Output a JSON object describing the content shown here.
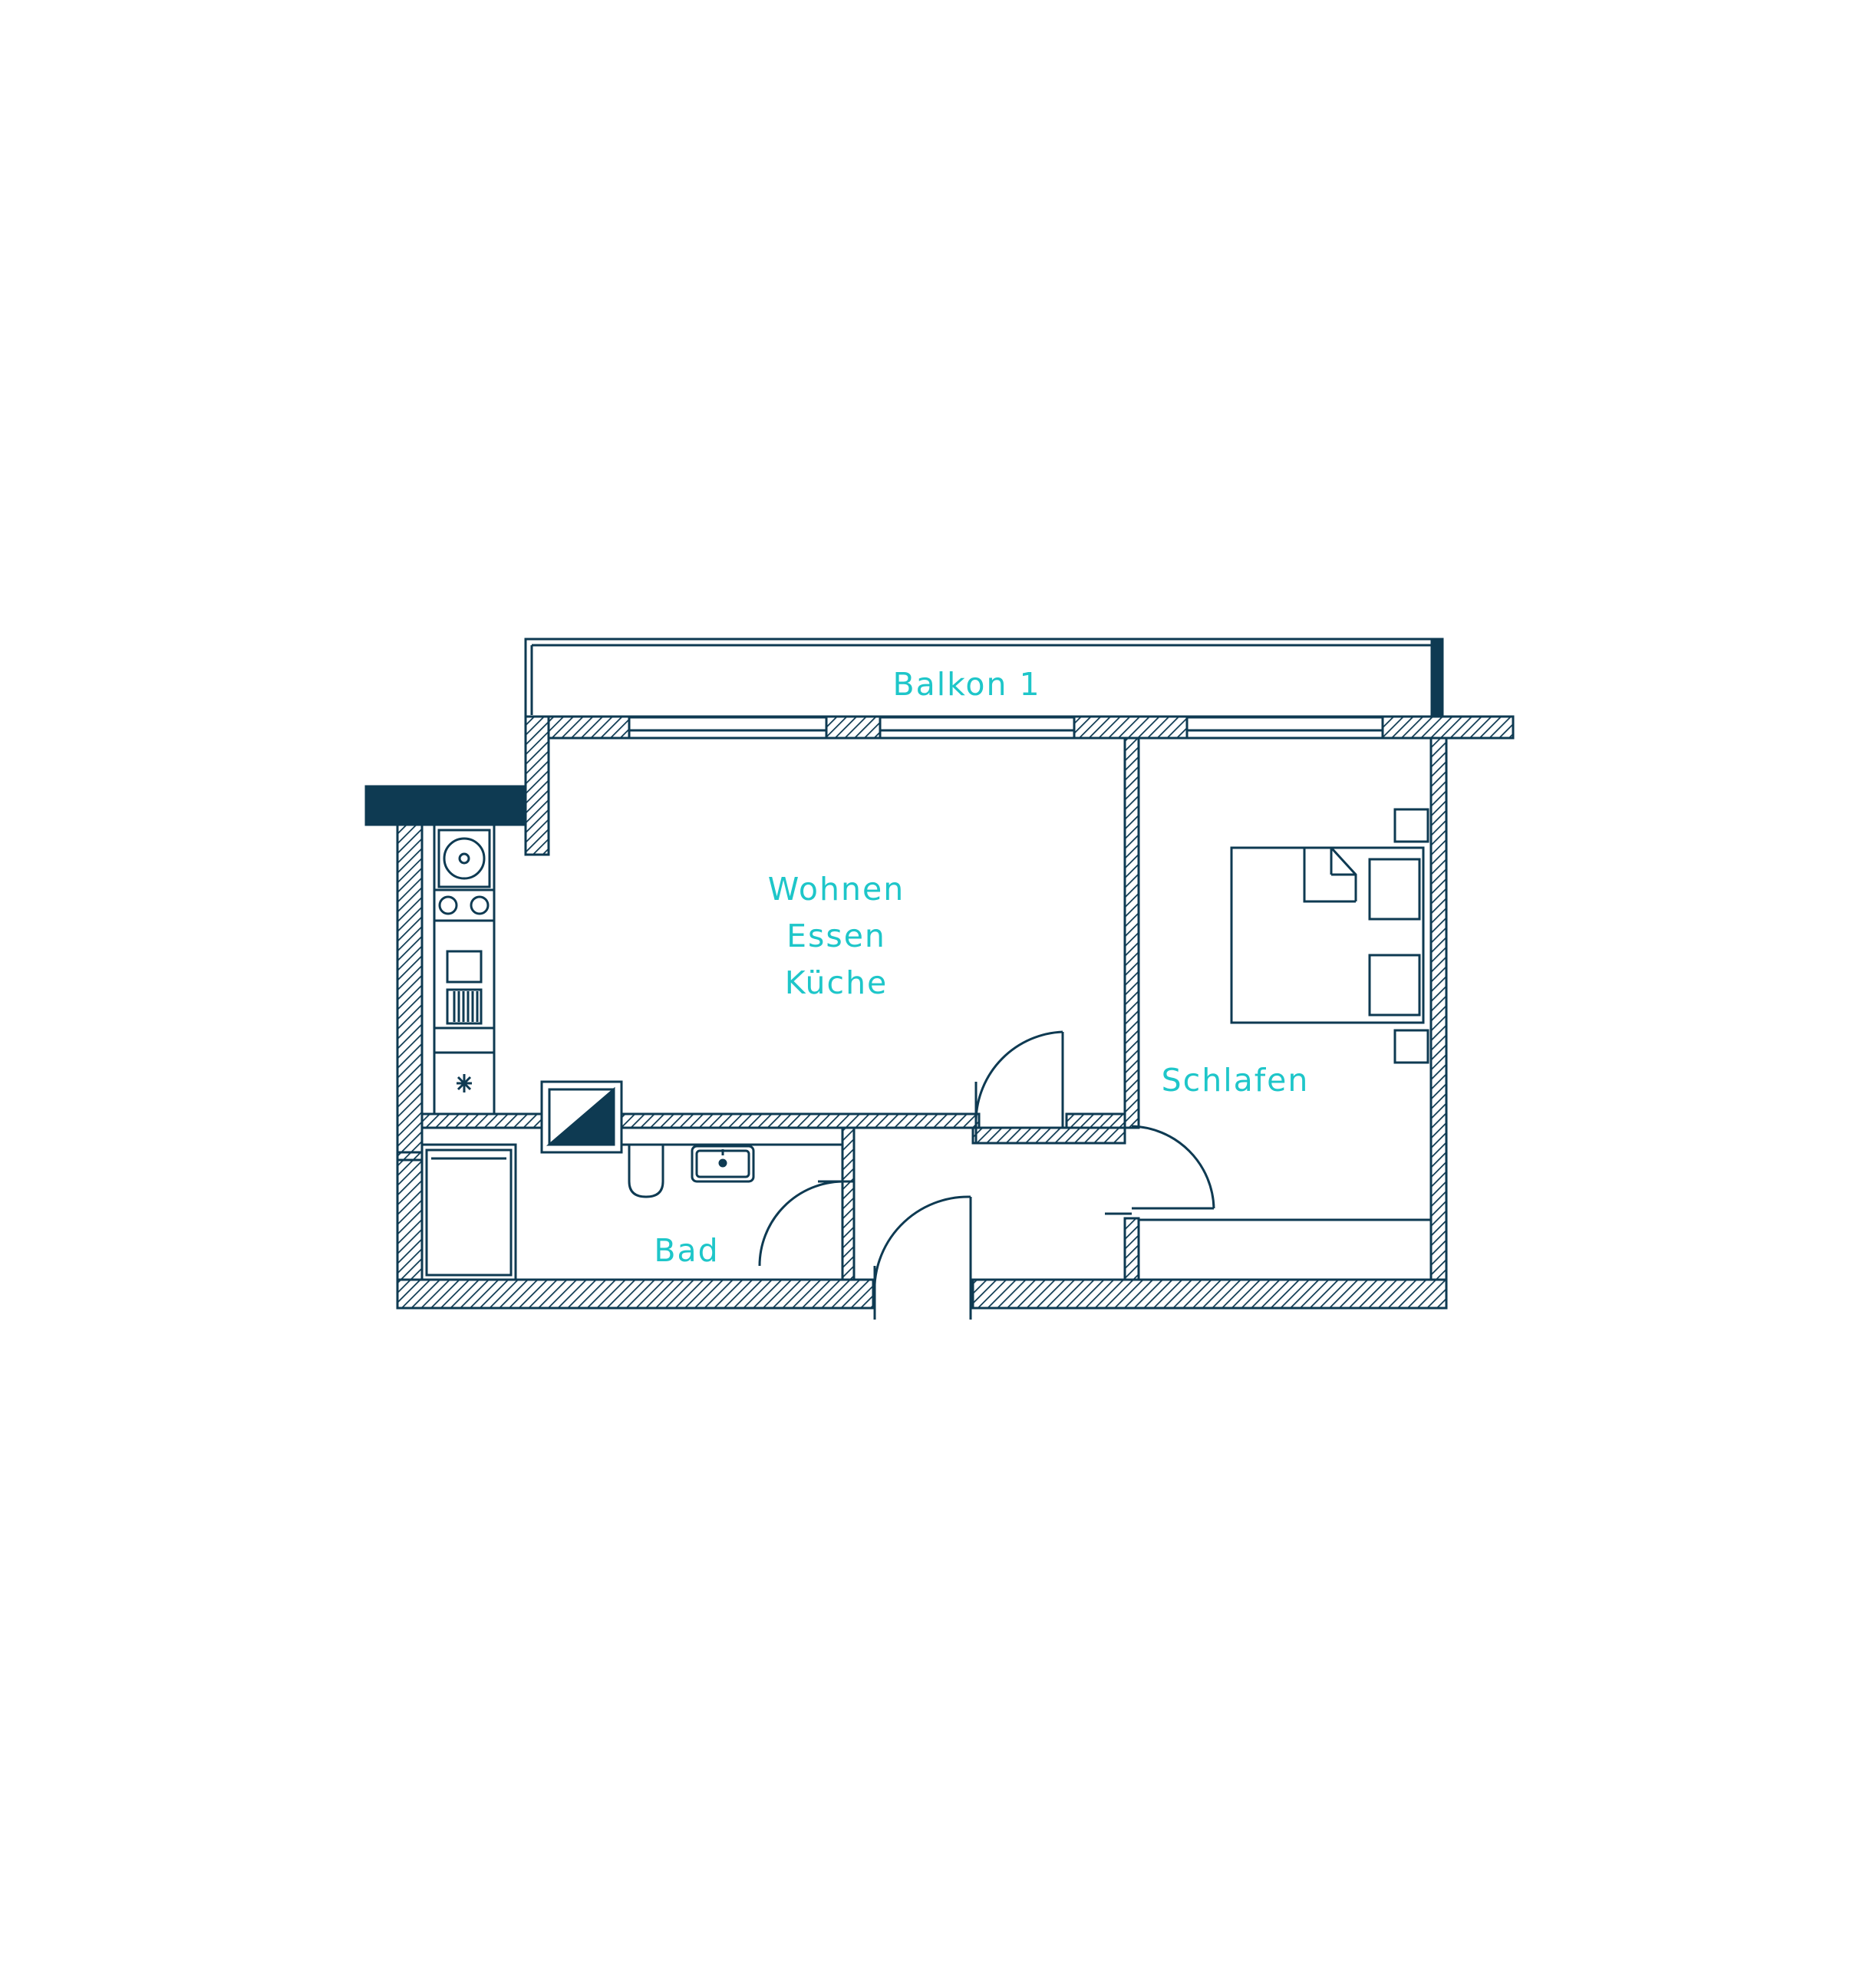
{
  "colors": {
    "wall": "#0e3a52",
    "label": "#1ec6c9",
    "background": "#ffffff"
  },
  "rooms": {
    "balkon": "Balkon 1",
    "wohnen": [
      "Wohnen",
      "Essen",
      "Küche"
    ],
    "schlafen": "Schlafen",
    "bad": "Bad"
  },
  "icons": [
    "sink-icon",
    "stove-icon",
    "dishwasher-icon",
    "fridge-icon",
    "toilet-icon",
    "washbasin-icon",
    "shower-icon",
    "washing-machine-icon",
    "bed-icon",
    "nightstand-icon",
    "door-icon",
    "window-icon"
  ]
}
